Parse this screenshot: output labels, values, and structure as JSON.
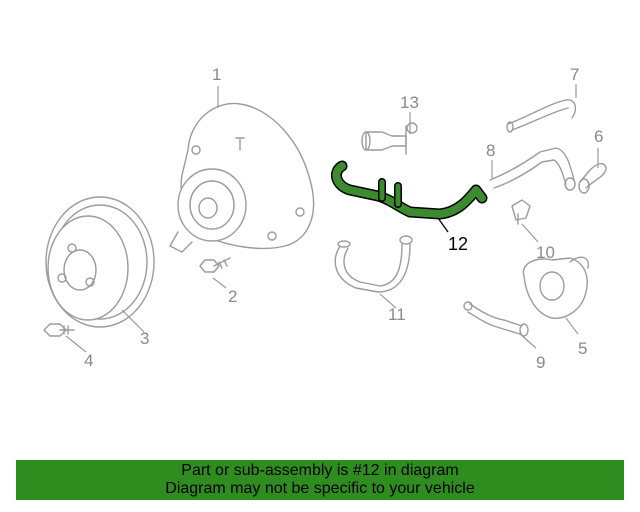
{
  "callouts": {
    "c1": "1",
    "c2": "2",
    "c3": "3",
    "c4": "4",
    "c5": "5",
    "c6": "6",
    "c7": "7",
    "c8": "8",
    "c9": "9",
    "c10": "10",
    "c11": "11",
    "c12": "12",
    "c13": "13"
  },
  "banner": {
    "line1": "Part or sub-assembly is #12 in diagram",
    "line2": "Diagram may not be specific to your vehicle"
  },
  "colors": {
    "highlight": "#3d8b2f",
    "banner_bg": "#2f8c1f",
    "line_gray": "#9b9b9b"
  }
}
